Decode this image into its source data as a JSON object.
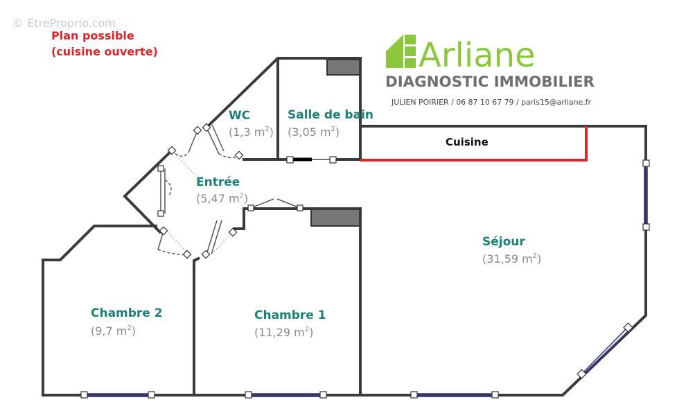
{
  "watermark": "© EtreProprio.com",
  "note": {
    "line1": "Plan possible",
    "line2": "(cuisine ouverte)"
  },
  "logo": {
    "brand": "Arliane",
    "tagline": "DIAGNOSTIC IMMOBILIER",
    "contact": "JULIEN POIRIER / 06 87 10 67 79 / paris15@arliane.fr",
    "color_green": "#8cc63f",
    "color_grey": "#6d6e71"
  },
  "rooms": {
    "wc": {
      "name": "WC",
      "area": "(1,3 m",
      "unit_sup": "2",
      "close": ")"
    },
    "salle_de_bain": {
      "name": "Salle de bain",
      "area": "(3,05 m",
      "unit_sup": "2",
      "close": ")"
    },
    "cuisine": {
      "name": "Cuisine"
    },
    "entree": {
      "name": "Entrée",
      "area": "(5,47 m",
      "unit_sup": "2",
      "close": ")"
    },
    "sejour": {
      "name": "Séjour",
      "area": "(31,59 m",
      "unit_sup": "2",
      "close": ")"
    },
    "chambre2": {
      "name": "Chambre 2",
      "area": "(9,7 m",
      "unit_sup": "2",
      "close": ")"
    },
    "chambre1": {
      "name": "Chambre 1",
      "area": "(11,29 m",
      "unit_sup": "2",
      "close": ")"
    }
  },
  "colors": {
    "wall": "#3a3a3a",
    "room_label": "#1f7d78",
    "highlight": "#d9262c",
    "window": "#2a2f8f"
  }
}
